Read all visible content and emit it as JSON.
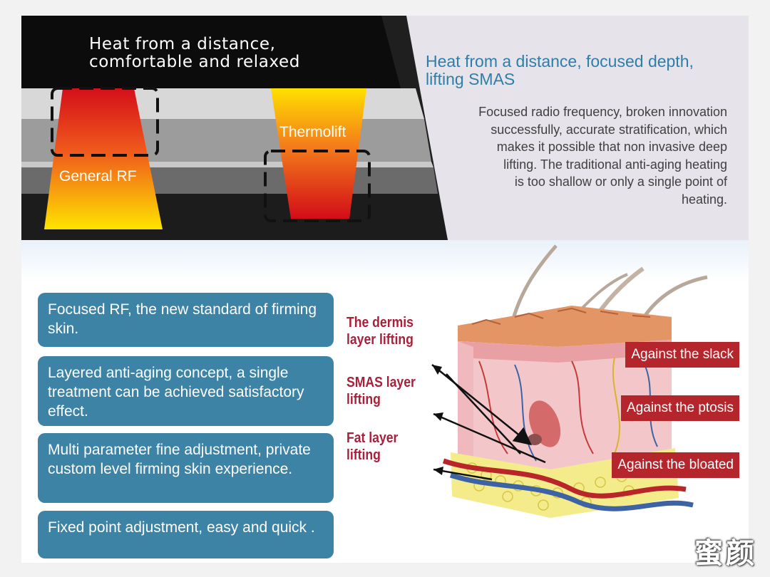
{
  "top": {
    "banner_line1": "Heat from a distance,",
    "banner_line2": "comfortable and relaxed",
    "cone_left_label": "General RF",
    "cone_right_label": "Thermolift",
    "right_title_line1": "Heat from a distance, focused depth,",
    "right_title_line2": "lifting SMAS",
    "right_body": [
      "Focused radio frequency, broken innovation",
      "successfully, accurate stratification, which",
      "makes it possible that non invasive deep",
      "lifting. The traditional anti-aging heating",
      "is too shallow or only a single point of",
      "heating."
    ]
  },
  "features": [
    "Focused RF, the new standard of firming skin.",
    "Layered anti-aging concept, a single treatment can be achieved satisfactory effect.",
    "Multi parameter fine adjustment, private custom level firming skin experience.",
    "Fixed point adjustment, easy and quick ."
  ],
  "layers": [
    {
      "line1": "The dermis",
      "line2": "layer lifting"
    },
    {
      "line1": "SMAS layer",
      "line2": "lifting"
    },
    {
      "line1": "Fat layer",
      "line2": "lifting"
    }
  ],
  "benefits": [
    "Against the slack",
    "Against the ptosis",
    "Against the bloated"
  ],
  "watermark": "蜜颜",
  "colors": {
    "accent_blue": "#3c83a6",
    "title_blue": "#2f7ea8",
    "label_red": "#a8203b",
    "badge_red": "#b5262c"
  }
}
